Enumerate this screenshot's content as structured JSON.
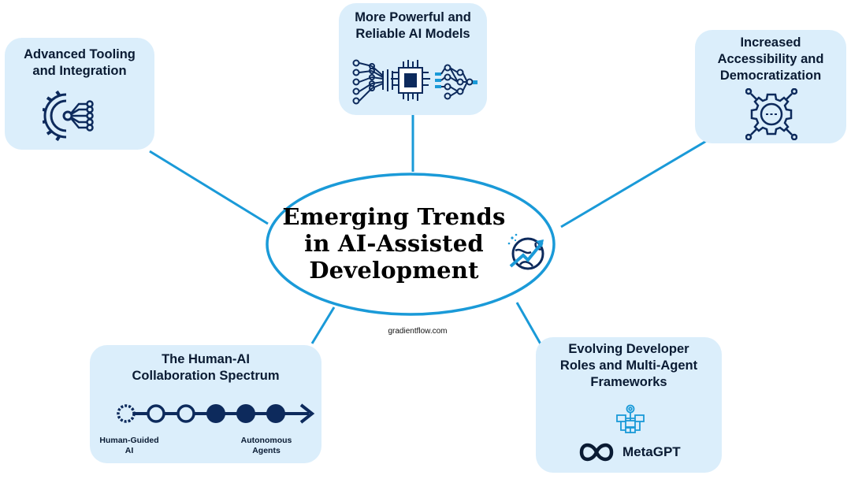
{
  "center": {
    "title": "Emerging Trends\nin AI-Assisted\nDevelopment",
    "source": "gradientflow.com"
  },
  "boxes": {
    "tooling": {
      "title": "Advanced Tooling\nand Integration",
      "icon": "gear-network-icon"
    },
    "models": {
      "title": "More Powerful and\nReliable AI Models",
      "icon": "neural-chip-icon"
    },
    "access": {
      "title": "Increased\nAccessibility and\nDemocratization",
      "icon": "gear-ellipsis-icon"
    },
    "spectrum": {
      "title": "The Human-AI\nCollaboration Spectrum",
      "left_label": "Human-Guided\nAI",
      "right_label": "Autonomous\nAgents",
      "steps": [
        {
          "filled": false
        },
        {
          "filled": false
        },
        {
          "filled": false
        },
        {
          "filled": true
        },
        {
          "filled": true
        },
        {
          "filled": true
        }
      ]
    },
    "roles": {
      "title": "Evolving Developer\nRoles and Multi-Agent\nFrameworks",
      "brand": "MetaGPT",
      "icon": "workflow-icon"
    }
  },
  "colors": {
    "box_fill": "#dbeefb",
    "connector": "#1a9ad8",
    "navy": "#0d2a5c",
    "ink": "#0a1b33"
  }
}
